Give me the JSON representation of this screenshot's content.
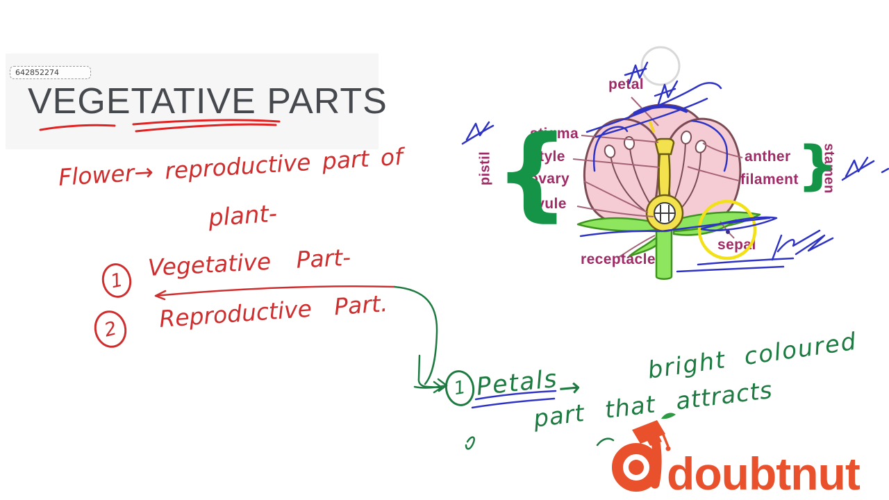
{
  "header": {
    "video_id": "642852274",
    "title": "VEGETATIVE PARTS"
  },
  "notes_red": {
    "line1": "Flower→ reproductive part of",
    "line2": "plant-",
    "items": [
      {
        "num": "1",
        "label": "Vegetative Part-"
      },
      {
        "num": "2",
        "label": "Reproductive Part."
      }
    ]
  },
  "notes_green": {
    "num": "1",
    "term": "Petals",
    "arrow": "→",
    "desc_line1": "bright coloured",
    "desc_line2": "part that attracts"
  },
  "diagram": {
    "labels": {
      "petal": "petal",
      "stigma": "stigma",
      "style": "style",
      "ovary": "ovary",
      "ovule": "ovule",
      "pistil": "pistil",
      "anther": "anther",
      "filament": "filament",
      "stamen": "stamen",
      "sepal": "sepal",
      "receptacle": "receptacle"
    },
    "brace_left": "{",
    "brace_right": "}",
    "colors": {
      "petal_fill": "#f5ccd3",
      "petal_outline": "#7b4b55",
      "pistil_yellow": "#f3e24e",
      "stem_green": "#8ee55e",
      "label_magenta": "#9e2b66",
      "brace_green": "#159447",
      "pen_blue": "#2e33c4",
      "pen_red": "#cf2e2e",
      "pen_green": "#1d7a40",
      "highlight_yellow": "#f2e018"
    }
  },
  "logo": {
    "text": "doubtnut",
    "color": "#e8512b"
  }
}
